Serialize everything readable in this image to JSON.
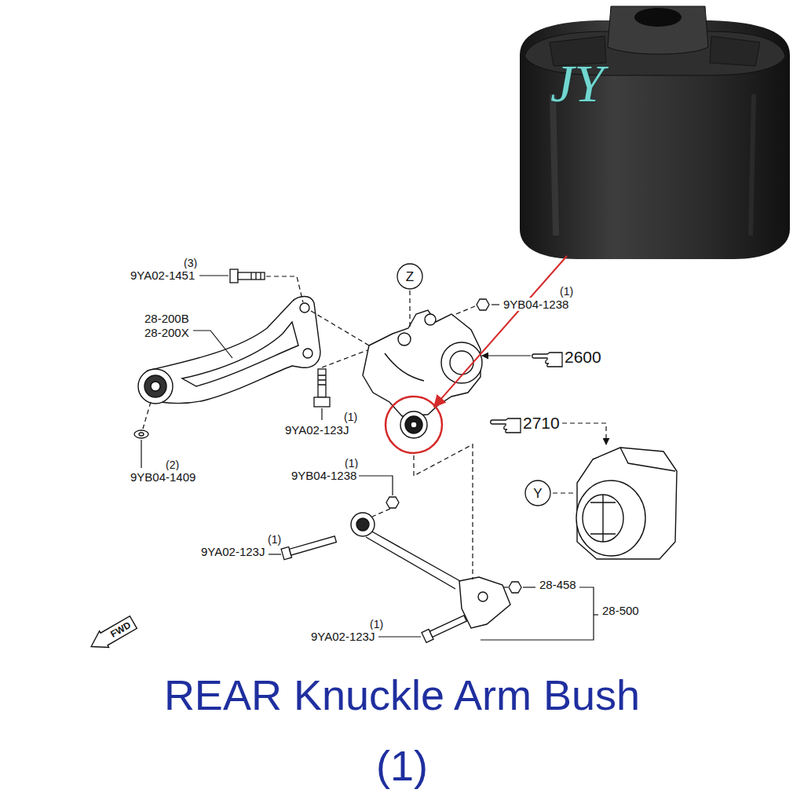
{
  "diagram": {
    "caption": "REAR Knuckle Arm Bush (1)",
    "nodes": [
      {
        "text": [
          "Z"
        ]
      },
      {
        "text": [
          "Y"
        ]
      },
      {
        "text": [
          "FWD"
        ]
      }
    ],
    "labels": [
      "(3)",
      "9YA02-1451",
      "28-200B",
      "28-200X",
      "(2)",
      "9YB04-1409",
      "(1)",
      "9YB04-1238",
      "2600",
      "(1)",
      "9YA02-123J",
      "2710",
      "(1)",
      "9YB04-1238",
      "(1)",
      "9YA02-123J",
      "28-458",
      "28-500",
      "(1)",
      "9YA02-123J",
      "JY"
    ]
  }
}
